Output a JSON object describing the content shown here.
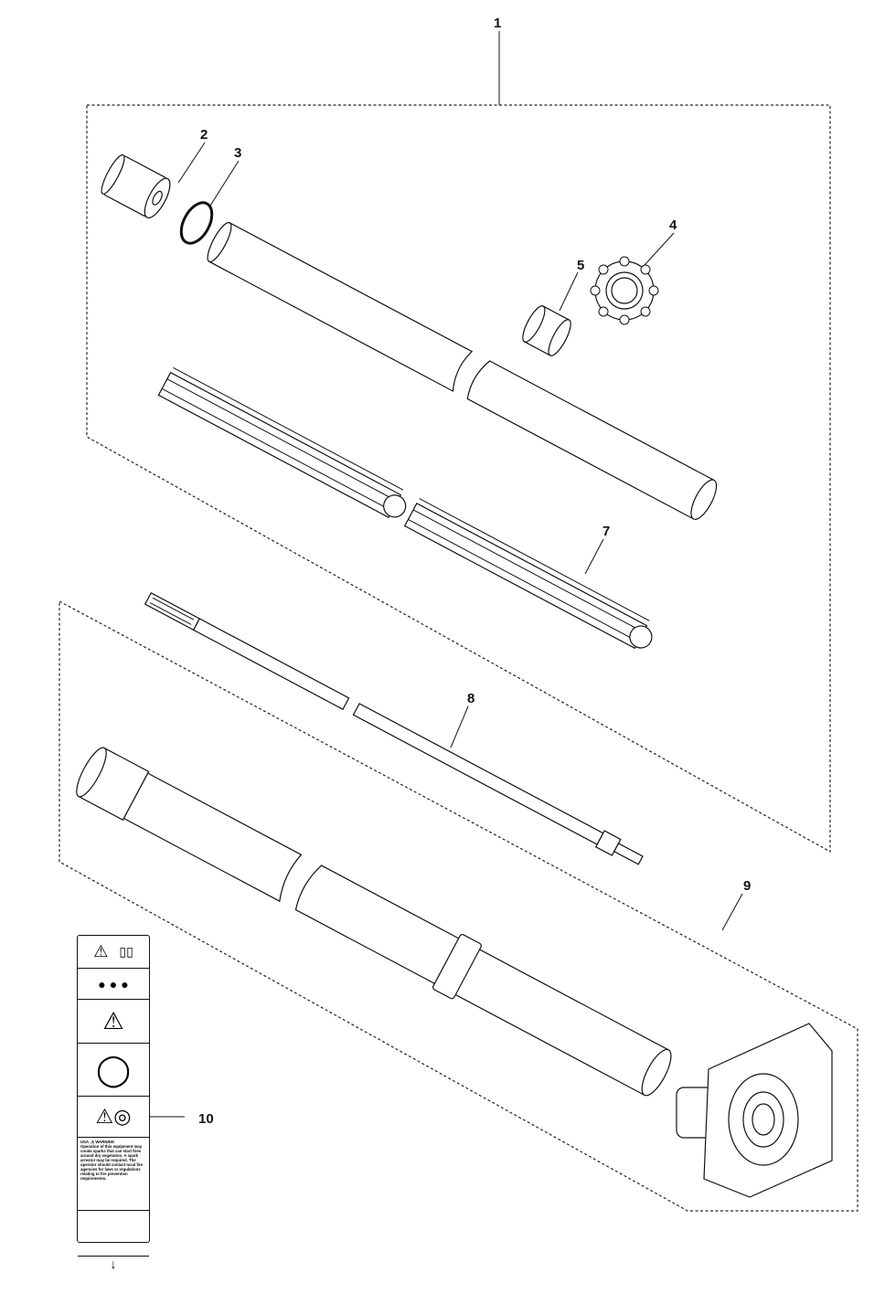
{
  "callouts": {
    "c1": "1",
    "c2": "2",
    "c3": "3",
    "c4": "4",
    "c5": "5",
    "c7": "7",
    "c8": "8",
    "c9": "9",
    "c10": "10"
  },
  "label_sticker": {
    "region": "USA",
    "heading": "WARNING",
    "warning_text": "Operation of this equipment may create sparks that can start fires around dry vegetation. A spark arrestor may be required. The operator should contact local fire agencies for laws or regulations relating to fire prevention requirements."
  }
}
